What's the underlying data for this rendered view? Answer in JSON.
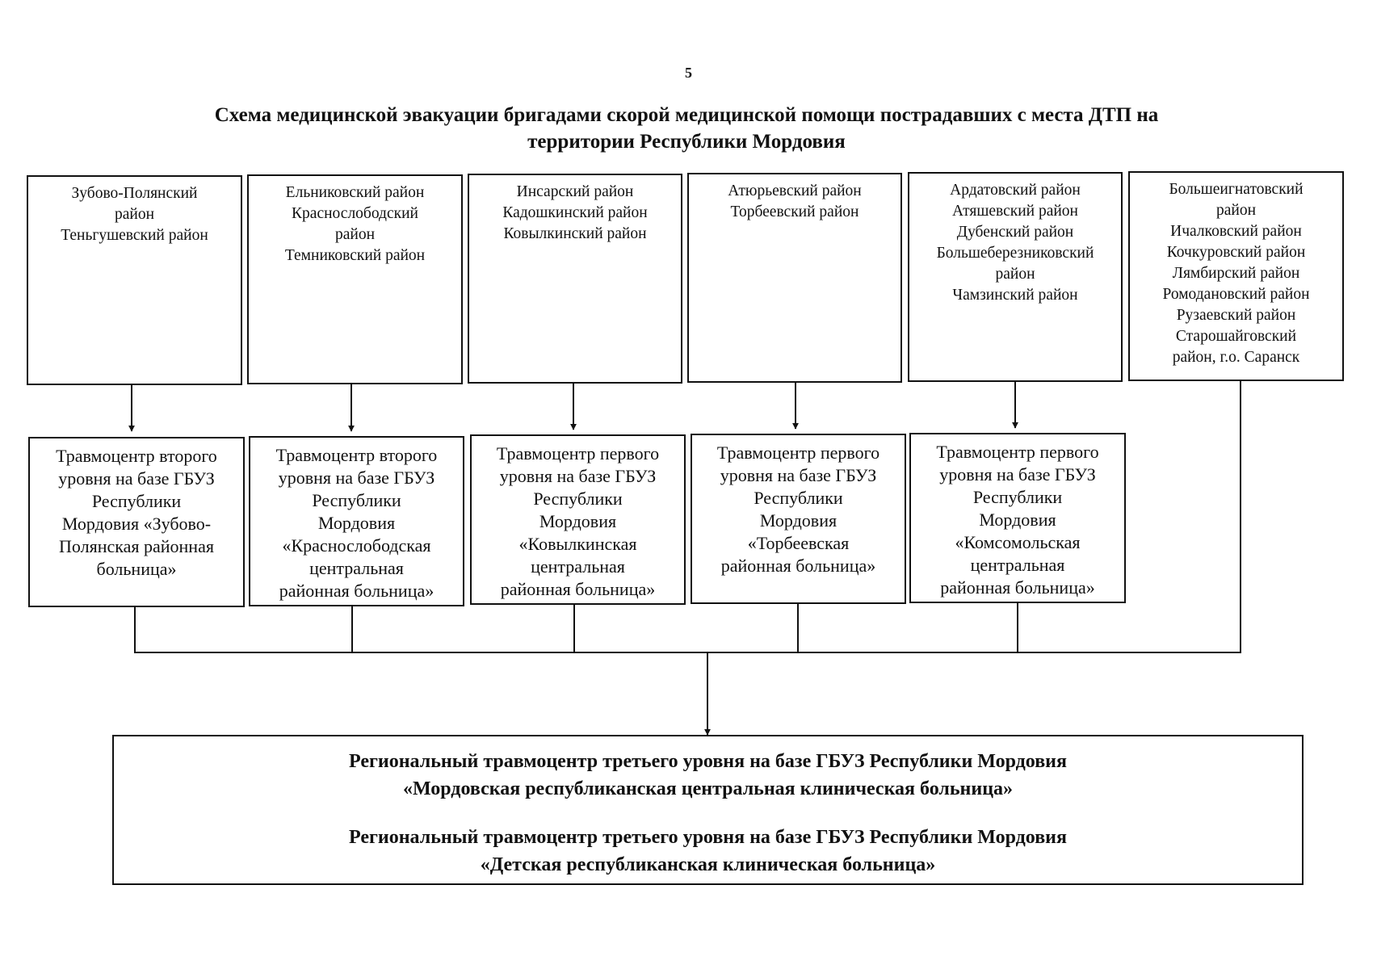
{
  "page_number": "5",
  "title": [
    "Схема медицинской эвакуации бригадами скорой медицинской помощи пострадавших с места ДТП на",
    "территории Республики Мордовия"
  ],
  "district_boxes": [
    {
      "lines": [
        "Зубово-Полянский",
        "район",
        "Теньгушевский район"
      ]
    },
    {
      "lines": [
        "Ельниковский район",
        "Краснослободский",
        "район",
        "Темниковский район"
      ]
    },
    {
      "lines": [
        "Инсарский район",
        "Кадошкинский район",
        "Ковылкинский район"
      ]
    },
    {
      "lines": [
        "Атюрьевский район",
        "Торбеевский район"
      ]
    },
    {
      "lines": [
        "Ардатовский район",
        "Атяшевский район",
        "Дубенский район",
        "Большеберезниковский",
        "район",
        "Чамзинский район"
      ]
    },
    {
      "lines": [
        "Большеигнатовский",
        "район",
        "Ичалковский район",
        "Кочкуровский район",
        "Лямбирский район",
        "Ромодановский район",
        "Рузаевский район",
        "Старошайговский",
        "район, г.о. Саранск"
      ]
    }
  ],
  "trauma_centers": [
    {
      "lines": [
        "Травмоцентр второго",
        "уровня на базе ГБУЗ",
        "Республики",
        "Мордовия «Зубово-",
        "Полянская районная",
        "больница»"
      ]
    },
    {
      "lines": [
        "Травмоцентр второго",
        "уровня на базе ГБУЗ",
        "Республики",
        "Мордовия",
        "«Краснослободская",
        "центральная",
        "районная больница»"
      ]
    },
    {
      "lines": [
        "Травмоцентр первого",
        "уровня на базе ГБУЗ",
        "Республики",
        "Мордовия",
        "«Ковылкинская",
        "центральная",
        "районная больница»"
      ]
    },
    {
      "lines": [
        "Травмоцентр первого",
        "уровня на базе ГБУЗ",
        "Республики",
        "Мордовия",
        "«Торбеевская",
        "районная больница»"
      ]
    },
    {
      "lines": [
        "Травмоцентр первого",
        "уровня на базе ГБУЗ",
        "Республики",
        "Мордовия",
        "«Комсомольская",
        "центральная",
        "районная больница»"
      ]
    }
  ],
  "regional_centers": [
    {
      "lines": [
        "Региональный травмоцентр третьего уровня на базе ГБУЗ Республики Мордовия",
        "«Мордовская республиканская центральная клиническая больница»"
      ]
    },
    {
      "lines": [
        "Региональный травмоцентр третьего уровня на базе ГБУЗ Республики Мордовия",
        "«Детская республиканская клиническая больница»"
      ]
    }
  ]
}
